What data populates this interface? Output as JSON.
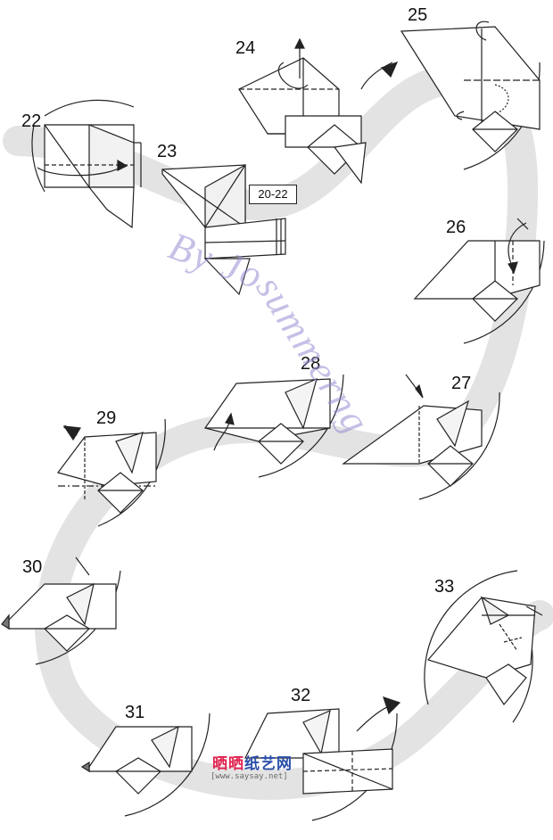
{
  "diagram": {
    "steps": [
      {
        "id": "22",
        "label": "22"
      },
      {
        "id": "23",
        "label": "23"
      },
      {
        "id": "24",
        "label": "24"
      },
      {
        "id": "25",
        "label": "25"
      },
      {
        "id": "26",
        "label": "26"
      },
      {
        "id": "27",
        "label": "27"
      },
      {
        "id": "28",
        "label": "28"
      },
      {
        "id": "29",
        "label": "29"
      },
      {
        "id": "30",
        "label": "30"
      },
      {
        "id": "31",
        "label": "31"
      },
      {
        "id": "32",
        "label": "32"
      },
      {
        "id": "33",
        "label": "33"
      }
    ],
    "repeat_reference": "20-22",
    "watermark": "By Josummerng",
    "site_logo": "晒晒纸艺网",
    "site_url": "[www.saysay.net]"
  },
  "colors": {
    "line": "#222222",
    "path_band": "#e6e6e6",
    "paper_fill": "#ffffff",
    "paper_shade": "#ececec",
    "watermark": "#9f94d6",
    "logo_red": "#e0224f",
    "logo_blue": "#2a4fa8"
  }
}
